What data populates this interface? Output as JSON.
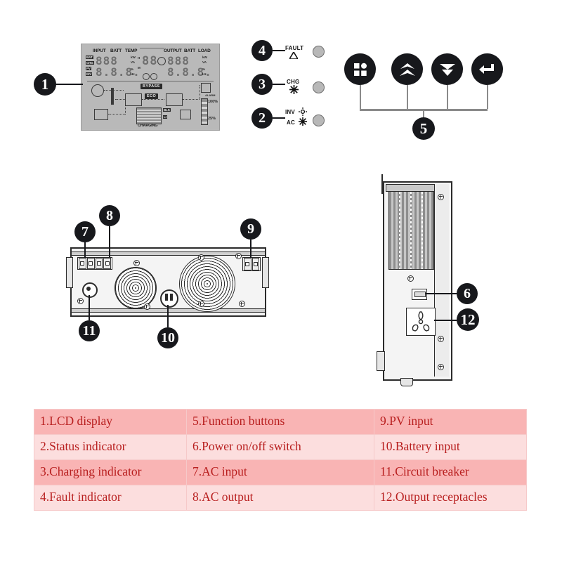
{
  "diagram": {
    "title": "Solar inverter component callout diagram",
    "callouts": [
      "1",
      "2",
      "3",
      "4",
      "5",
      "6",
      "7",
      "8",
      "9",
      "10",
      "11",
      "12"
    ]
  },
  "lcd": {
    "input_label": "INPUT",
    "batt_label": "BATT",
    "temp_label": "TEMP",
    "output_label": "OUTPUT",
    "batt_label2": "BATT",
    "load_label": "LOAD",
    "left_digits": "888",
    "left_digits2": "8.8.8.",
    "center_digits": "88",
    "right_digits": "888",
    "right_digits2": "8.8.8.",
    "left_tags": [
      "BAT",
      "CHG",
      "PV",
      "INV"
    ],
    "units": [
      "kW",
      "VA",
      "%",
      "Hz"
    ],
    "center_rows": [
      "H",
      "M"
    ],
    "bypass_badge": "BYPASS",
    "eco_badge": "ECO",
    "charging_label": "CHARGING",
    "batt_tags": [
      "BLK",
      "LI"
    ],
    "gauge_top": "100%",
    "gauge_bottom": "25%",
    "alarm_tag": "ALARM"
  },
  "indicators": [
    {
      "callout": "4",
      "lines": [
        "FAULT"
      ],
      "icon": "warning-triangle-icon"
    },
    {
      "callout": "3",
      "lines": [
        "CHG"
      ],
      "icon": "sun-burst-icon"
    },
    {
      "callout": "2",
      "lines": [
        "INV",
        "AC"
      ],
      "icon": "sun-burst-icon"
    }
  ],
  "function_buttons": {
    "callout": "5",
    "buttons": [
      {
        "name": "menu-grid-button",
        "icon": "grid-squares-icon"
      },
      {
        "name": "up-button",
        "icon": "chevron-up-icon"
      },
      {
        "name": "down-button",
        "icon": "chevron-down-icon"
      },
      {
        "name": "enter-button",
        "icon": "enter-return-arrow-icon"
      }
    ]
  },
  "rear_panel": {
    "callouts": {
      "ac_input": "7",
      "ac_output": "8",
      "pv_input": "9",
      "battery_input": "10",
      "circuit_breaker": "11"
    }
  },
  "side_panel": {
    "callouts": {
      "power_switch": "6",
      "output_receptacles": "12"
    }
  },
  "legend": {
    "rows": [
      {
        "c1": "1.LCD display",
        "c2": "5.Function buttons",
        "c3": "9.PV input"
      },
      {
        "c1": "2.Status indicator",
        "c2": "6.Power on/off switch",
        "c3": "10.Battery input"
      },
      {
        "c1": "3.Charging indicator",
        "c2": "7.AC input",
        "c3": "11.Circuit breaker"
      },
      {
        "c1": "4.Fault indicator",
        "c2": "8.AC output",
        "c3": "12.Output receptacles"
      }
    ]
  },
  "colors": {
    "ink": "#17181c",
    "legend_text": "#b81e1e",
    "legend_row_odd": "#f9b4b4",
    "legend_row_even": "#fcdede",
    "lcd_bg": "#b9b9b9"
  }
}
